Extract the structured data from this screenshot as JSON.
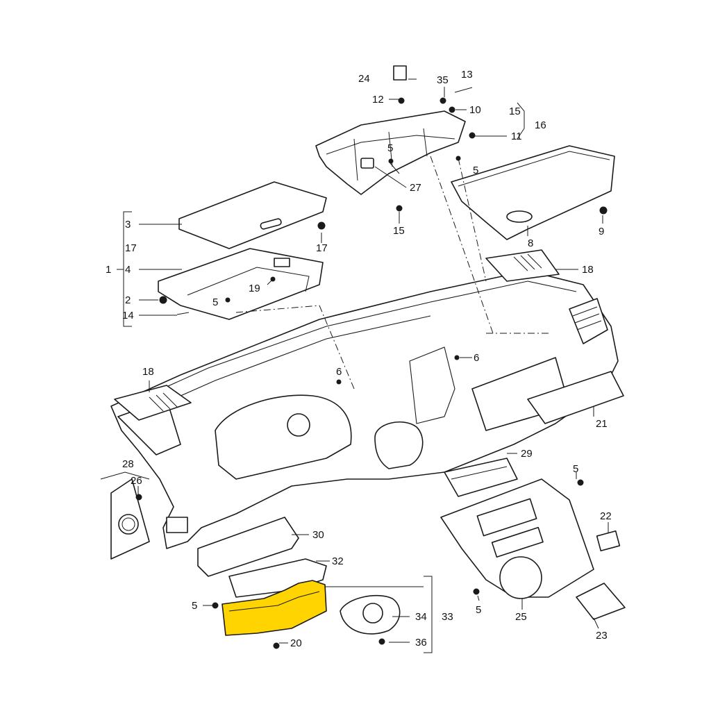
{
  "diagram": {
    "highlight_color": "#ffd400",
    "highlighted_part": "34",
    "callouts": {
      "c1": "1",
      "c2": "2",
      "c3": "3",
      "c4": "4",
      "c5a": "5",
      "c5b": "5",
      "c5c": "5",
      "c5d": "5",
      "c5e": "5",
      "c5f": "5",
      "c6a": "6",
      "c6b": "6",
      "c8": "8",
      "c9": "9",
      "c10": "10",
      "c11": "11",
      "c12": "12",
      "c13": "13",
      "c14": "14",
      "c15a": "15",
      "c15b": "15",
      "c16": "16",
      "c17a": "17",
      "c17b": "17",
      "c18a": "18",
      "c18b": "18",
      "c19": "19",
      "c20": "20",
      "c21": "21",
      "c22": "22",
      "c23": "23",
      "c24": "24",
      "c25": "25",
      "c26": "26",
      "c27": "27",
      "c28": "28",
      "c29": "29",
      "c30": "30",
      "c32": "32",
      "c33": "33",
      "c34": "34",
      "c35": "35",
      "c36": "36"
    }
  }
}
